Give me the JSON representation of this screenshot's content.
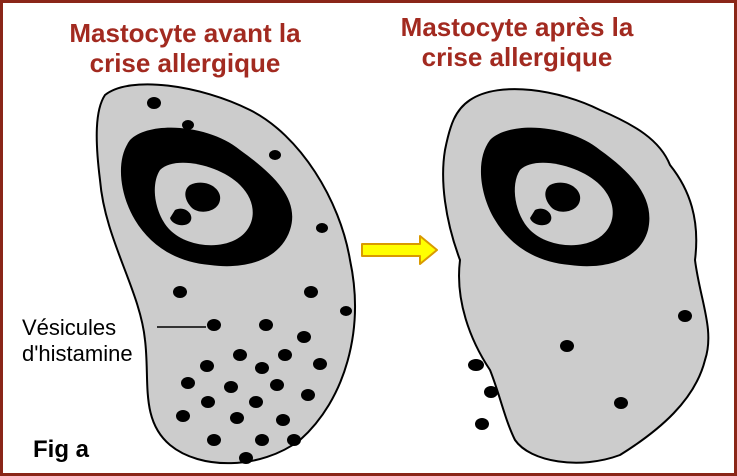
{
  "titles": {
    "before": "Mastocyte avant la crise allergique",
    "after": "Mastocyte après la crise allergique"
  },
  "labels": {
    "vesicles": "Vésicules d'histamine",
    "vesicles_line1": "Vésicules",
    "vesicles_line2": "d'histamine",
    "figure": "Fig a"
  },
  "colors": {
    "frame": "#8a2618",
    "title_text": "#a22a20",
    "cell_fill": "#cccccc",
    "vesicle": "#000000",
    "arrow_fill": "#ffff00",
    "arrow_stroke": "#d99a00"
  }
}
